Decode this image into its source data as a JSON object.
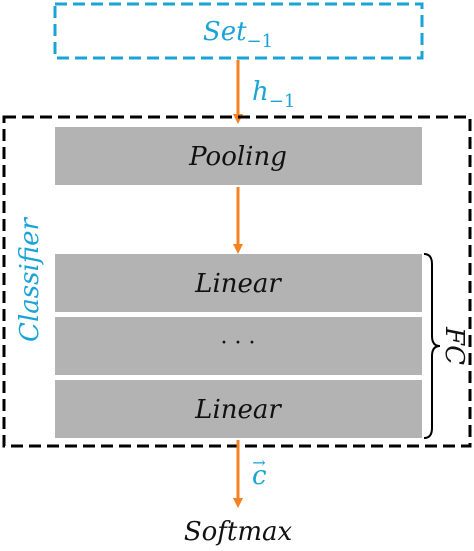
{
  "input_box": {
    "label_main": "Set",
    "label_sub": "−1",
    "color": "#1aa3d6"
  },
  "arrow_color": "#f58220",
  "edge_top": {
    "label_main": "h",
    "label_sub": "−1"
  },
  "classifier": {
    "label": "Classifier",
    "label_color": "#1aa3d6"
  },
  "blocks": {
    "pooling": "Pooling",
    "linear_1": "Linear",
    "ellipsis": "· · ·",
    "linear_2": "Linear",
    "fill": "#b3b3b3"
  },
  "fc_brace": {
    "label": "FC"
  },
  "edge_bottom": {
    "label": "c",
    "vector_mark": "→"
  },
  "output": {
    "label": "Softmax"
  }
}
